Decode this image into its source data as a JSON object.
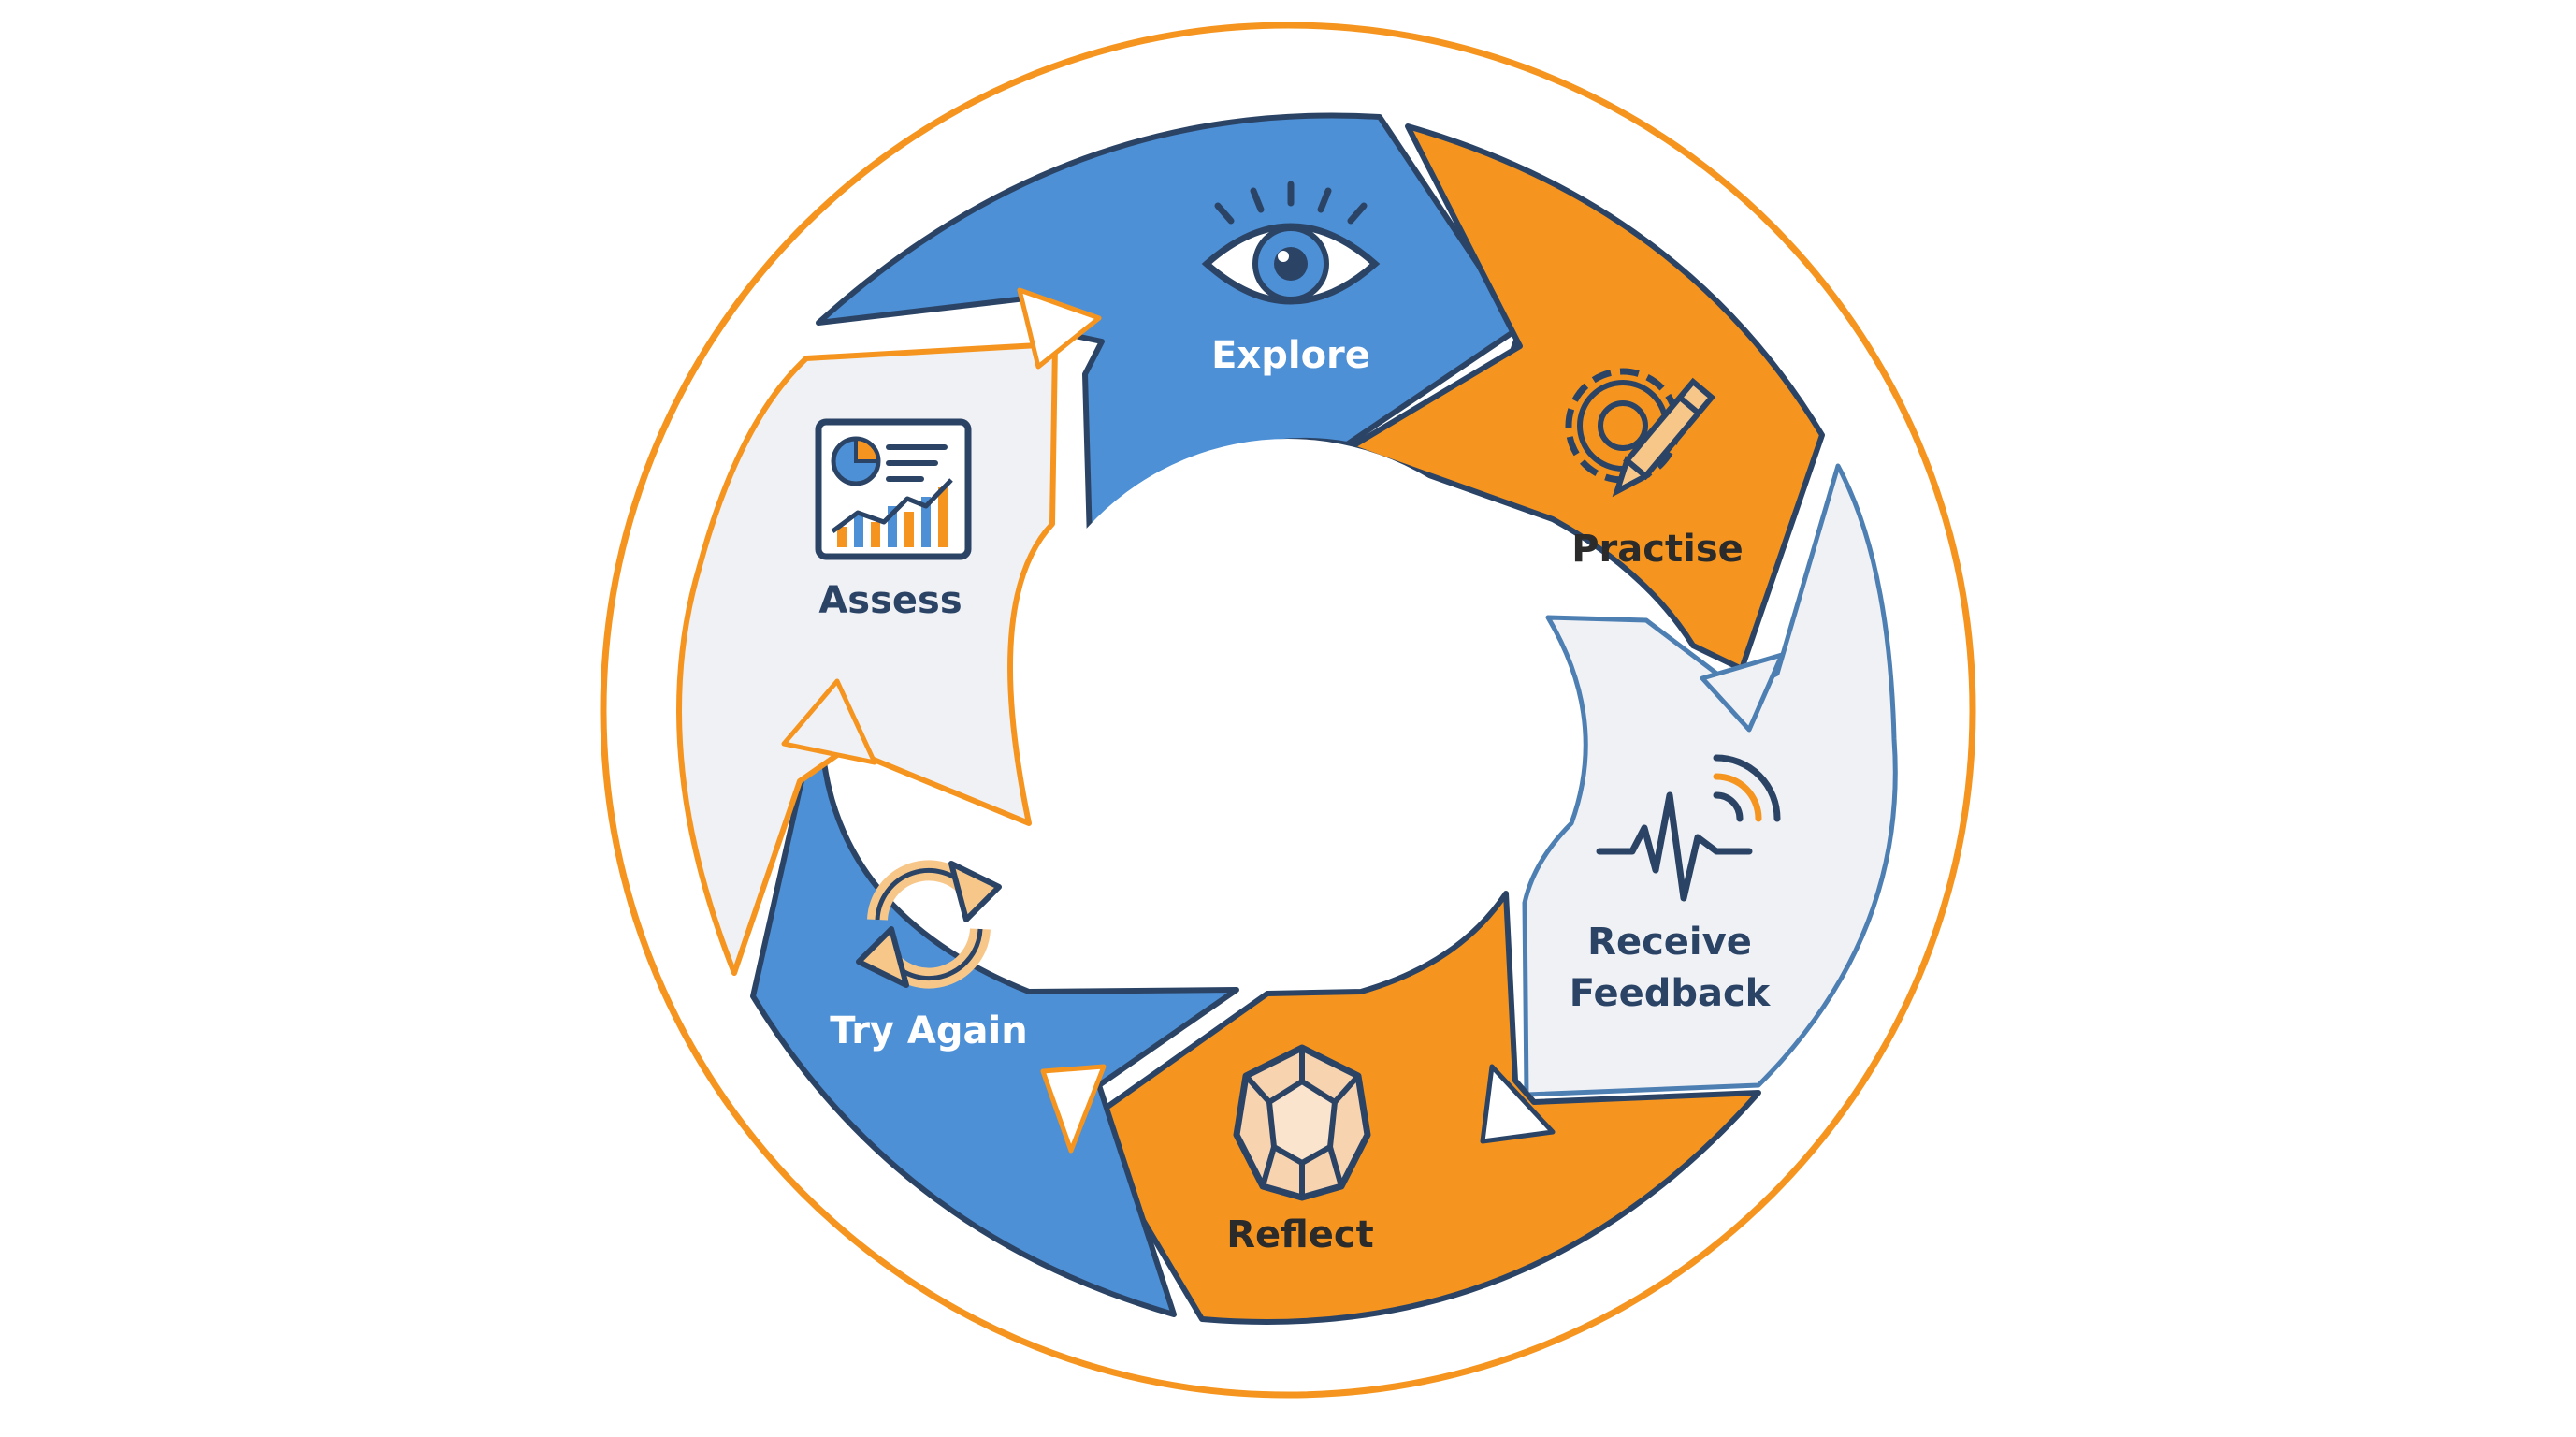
{
  "colors": {
    "blue": "#4d90d6",
    "orange": "#f5951f",
    "light": "#eff1f5",
    "navy": "#2b4466",
    "white": "#ffffff"
  },
  "stages": [
    {
      "id": "explore",
      "label": "Explore",
      "icon": "eye-icon",
      "fill": "blue"
    },
    {
      "id": "practise",
      "label": "Practise",
      "icon": "gear-pencil-icon",
      "fill": "orange"
    },
    {
      "id": "receive-feedback",
      "label_line1": "Receive",
      "label_line2": "Feedback",
      "icon": "signal-wave-icon",
      "fill": "light"
    },
    {
      "id": "reflect",
      "label": "Reflect",
      "icon": "gem-icon",
      "fill": "orange"
    },
    {
      "id": "try-again",
      "label": "Try Again",
      "icon": "refresh-icon",
      "fill": "blue"
    },
    {
      "id": "assess",
      "label": "Assess",
      "icon": "chart-dashboard-icon",
      "fill": "light"
    }
  ]
}
